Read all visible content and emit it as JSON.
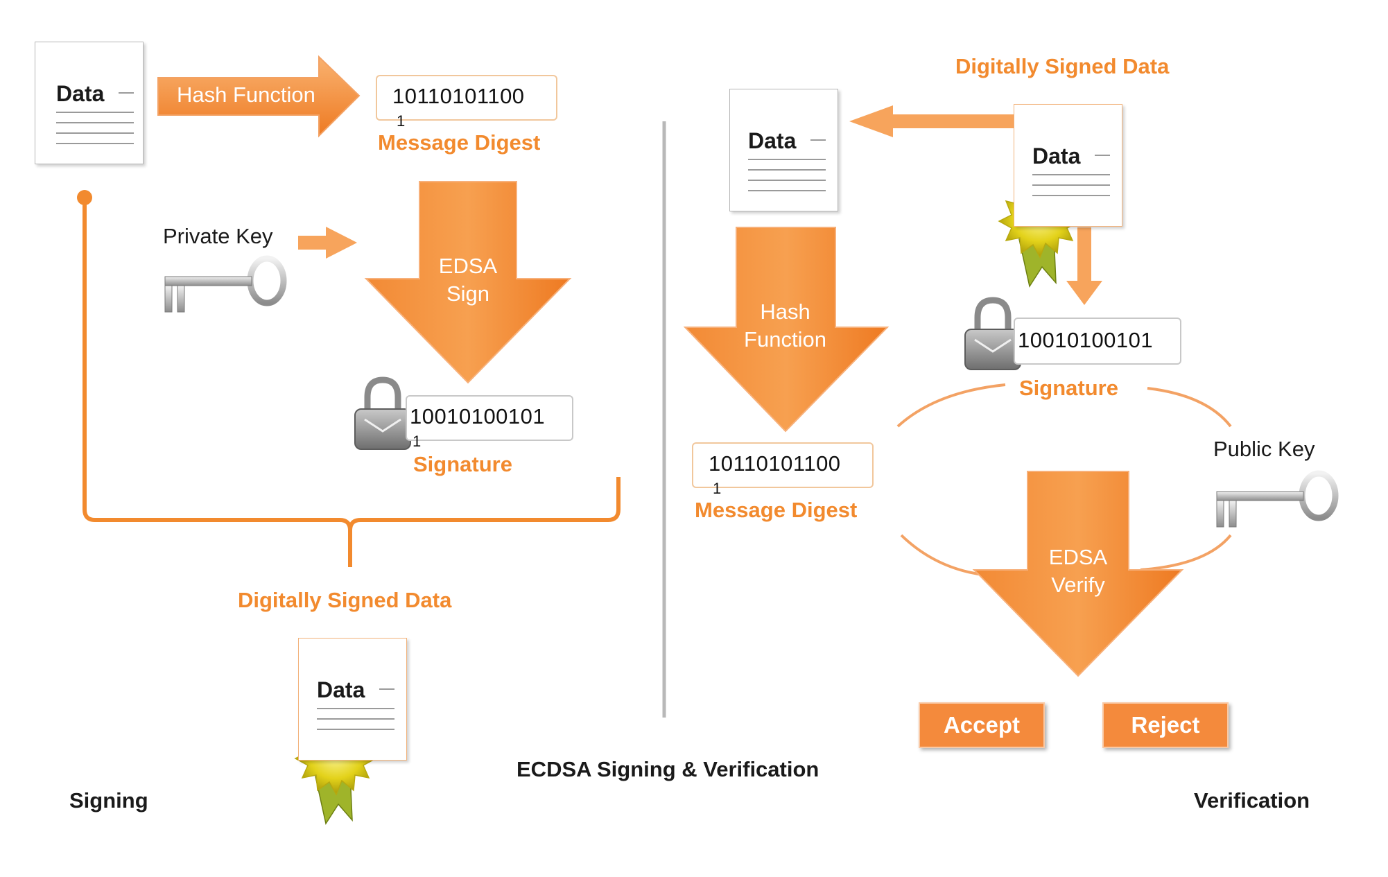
{
  "title": "ECDSA Signing & Verification",
  "colors": {
    "accent": "#f28a2e",
    "arrow_light": "#f7a45c",
    "arrow_dark": "#ee7a22",
    "divider": "#b8b8b8"
  },
  "signing": {
    "section_label": "Signing",
    "data_doc_label": "Data",
    "hash_arrow_label": "Hash Function",
    "digest_bits": "10110101100",
    "digest_carry": "1",
    "digest_label": "Message Digest",
    "private_key_label": "Private Key",
    "sign_arrow_line1": "EDSA",
    "sign_arrow_line2": "Sign",
    "signature_bits": "10010100101",
    "signature_carry": "1",
    "signature_label": "Signature",
    "signed_data_label": "Digitally Signed Data",
    "signed_doc_label": "Data"
  },
  "verification": {
    "section_label": "Verification",
    "signed_data_label": "Digitally Signed Data",
    "signed_doc_label": "Data",
    "extracted_doc_label": "Data",
    "hash_arrow_line1": "Hash",
    "hash_arrow_line2": "Function",
    "digest_bits": "10110101100",
    "digest_carry": "1",
    "digest_label": "Message Digest",
    "signature_bits": "10010100101",
    "signature_label": "Signature",
    "public_key_label": "Public Key",
    "verify_arrow_line1": "EDSA",
    "verify_arrow_line2": "Verify",
    "accept_label": "Accept",
    "reject_label": "Reject"
  },
  "icons": [
    "document-icon",
    "key-icon",
    "padlock-icon",
    "seal-icon"
  ]
}
